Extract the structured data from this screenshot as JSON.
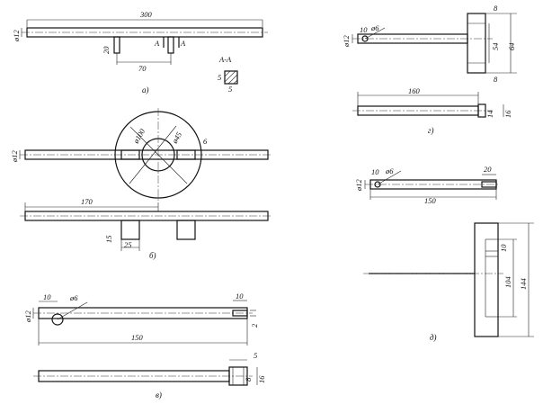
{
  "fig_a": {
    "dim_length": "300",
    "dim_dia": "ø12",
    "dim_pin_height": "20",
    "dim_spacing": "70",
    "section_mark": "А",
    "section_title": "А-А",
    "section_size_v": "5",
    "section_size_h": "5",
    "caption": "а)"
  },
  "fig_b": {
    "dim_dia": "ø12",
    "dim_outer_dia": "ø100",
    "dim_inner_dia": "ø45",
    "dim_slot": "6",
    "dim_length": "170",
    "dim_lug_height": "15",
    "dim_lug_width": "25",
    "caption": "б)"
  },
  "fig_v": {
    "dim_dia": "ø12",
    "dim_offset": "10",
    "dim_hole": "ø6",
    "dim_tip": "10",
    "dim_tip_h": "2",
    "dim_length": "150",
    "dim_head_w": "5",
    "dim_head_small": "8",
    "dim_head_h": "16",
    "caption": "в)"
  },
  "fig_g": {
    "dim_dia": "ø12",
    "dim_offset": "10",
    "dim_hole": "ø6",
    "dim_top": "8",
    "dim_inner": "54",
    "dim_outer": "64",
    "dim_bottom": "8",
    "dim_length": "160",
    "dim_neck": "14",
    "dim_side": "16",
    "caption": "г)"
  },
  "fig_d": {
    "dim_dia": "ø12",
    "dim_offset": "10",
    "dim_hole": "ø6",
    "dim_end": "20",
    "dim_length": "150",
    "dim_slot": "10",
    "dim_inner": "104",
    "dim_outer": "144",
    "caption": "д)"
  }
}
